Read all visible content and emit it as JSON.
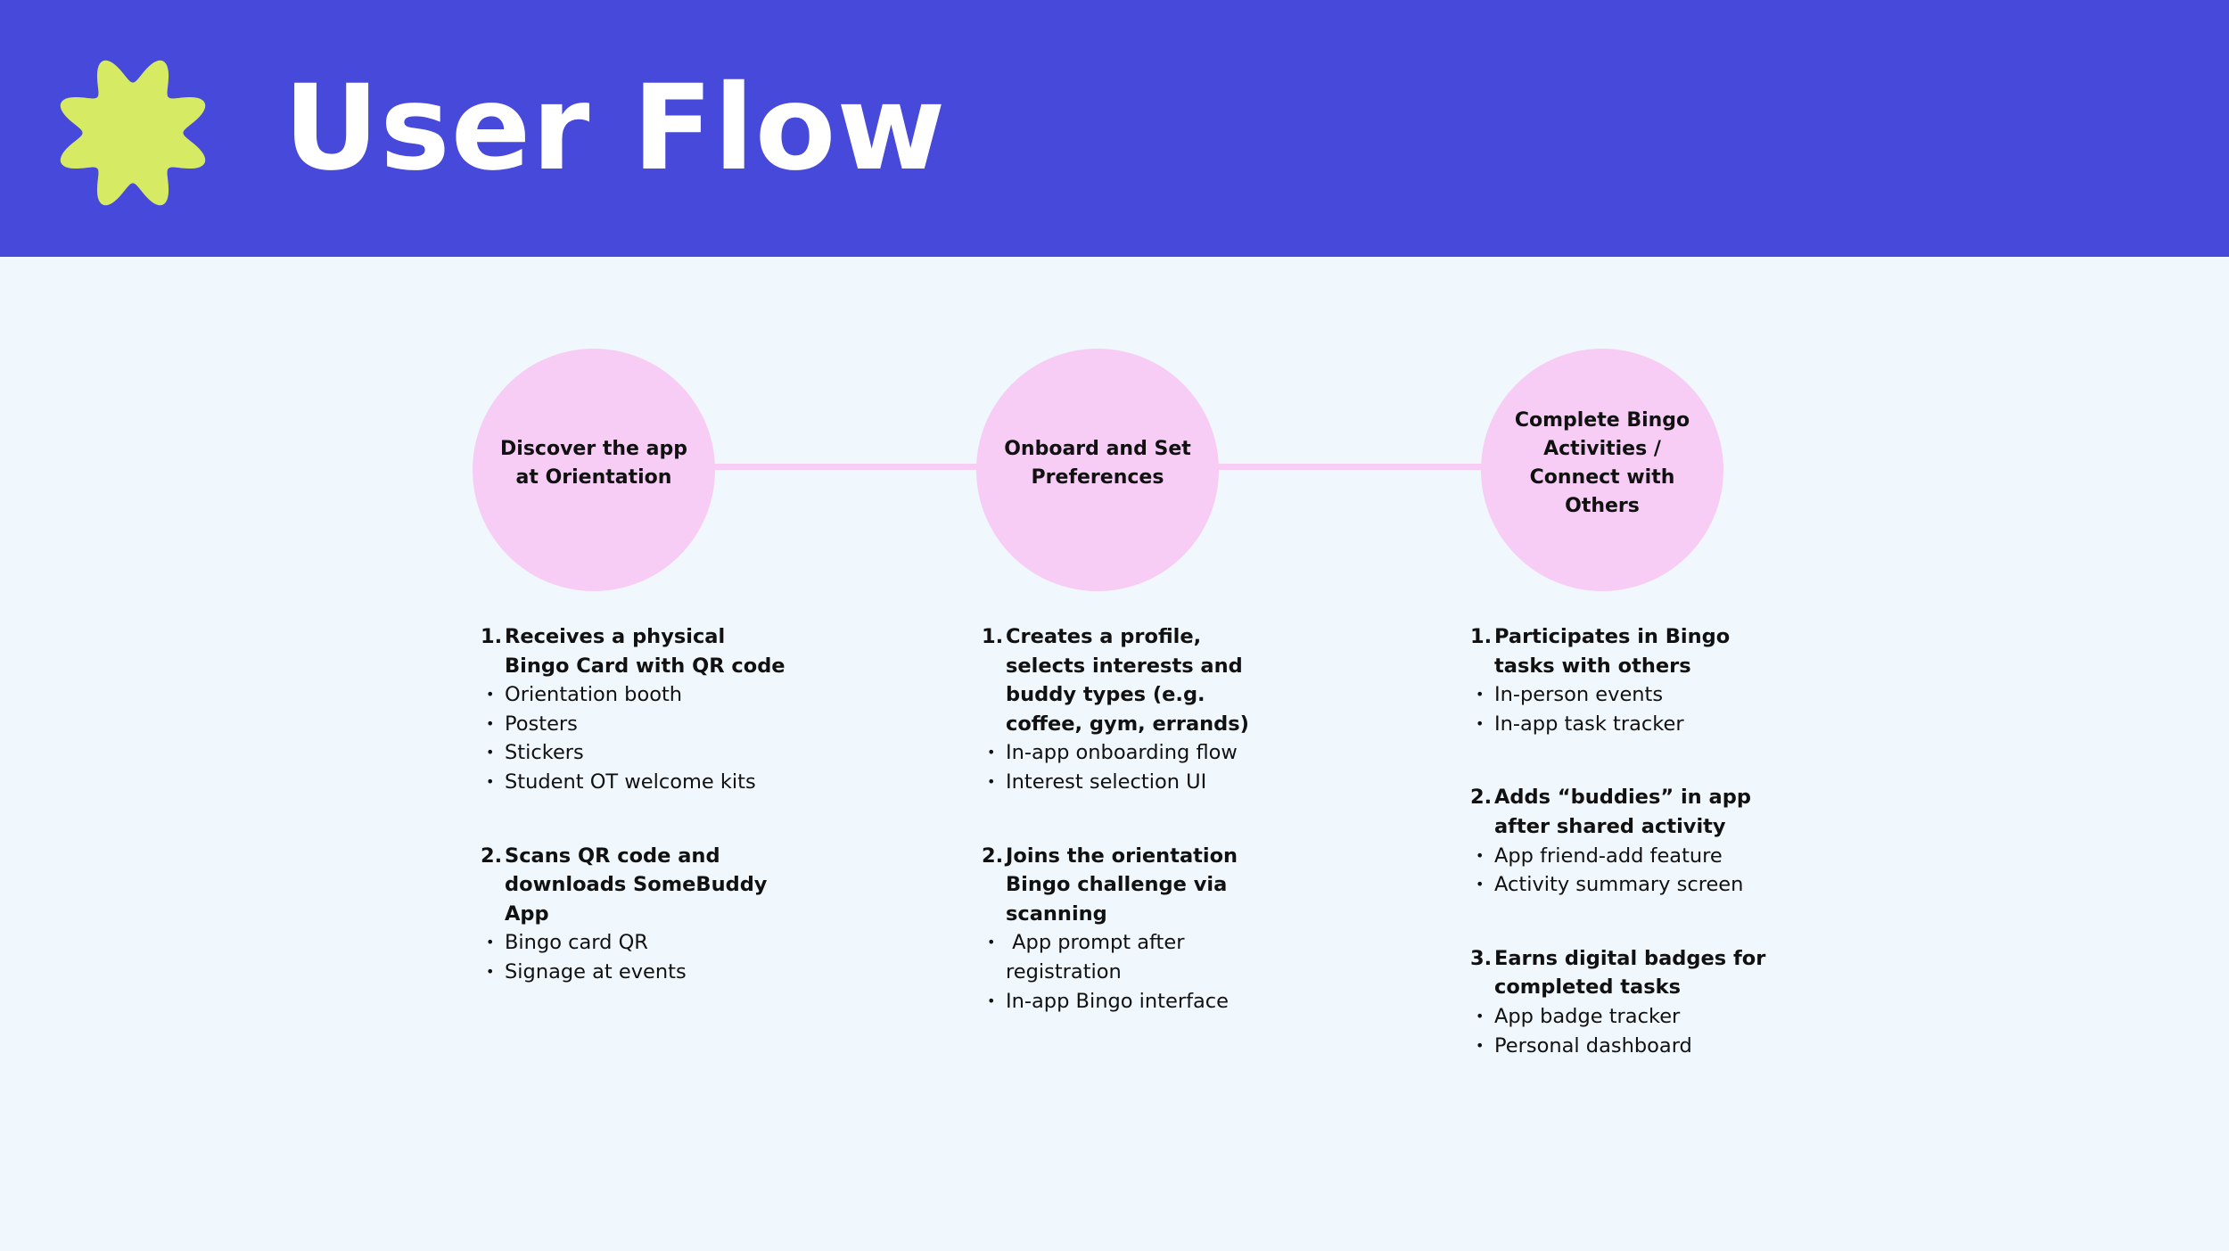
{
  "header": {
    "title": "User Flow",
    "logo_icon": "flower-icon",
    "background_color": "#4649d9",
    "logo_color": "#d6eb63"
  },
  "colors": {
    "page_background": "#f0f7fd",
    "circle_fill": "#f7cdf6",
    "text": "#111111"
  },
  "stages": [
    {
      "title": "Discover the app at Orientation",
      "steps": [
        {
          "number": "1.",
          "title": "Receives a physical Bingo Card with QR code",
          "items": [
            "Orientation booth",
            "Posters",
            "Stickers",
            "Student OT welcome kits"
          ]
        },
        {
          "number": "2.",
          "title": "Scans QR code and downloads SomeBuddy App",
          "items": [
            "Bingo card QR",
            "Signage at events"
          ]
        }
      ]
    },
    {
      "title": "Onboard and Set Preferences",
      "steps": [
        {
          "number": "1.",
          "title": "Creates a profile, selects interests and buddy types (e.g. coffee, gym, errands)",
          "items": [
            "In-app onboarding flow",
            "Interest selection UI"
          ]
        },
        {
          "number": "2.",
          "title": "Joins the orientation Bingo challenge via scanning",
          "items": [
            " App prompt after registration",
            "In-app Bingo interface"
          ]
        }
      ]
    },
    {
      "title": "Complete Bingo Activities / Connect with Others",
      "steps": [
        {
          "number": "1.",
          "title": "Participates in Bingo tasks with others",
          "items": [
            "In-person events",
            "In-app task tracker"
          ]
        },
        {
          "number": "2.",
          "title": "Adds “buddies” in app after shared activity",
          "items": [
            "App friend-add feature",
            "Activity summary screen"
          ]
        },
        {
          "number": "3.",
          "title": "Earns digital badges for completed tasks",
          "items": [
            "App badge tracker",
            "Personal dashboard"
          ]
        }
      ]
    }
  ]
}
